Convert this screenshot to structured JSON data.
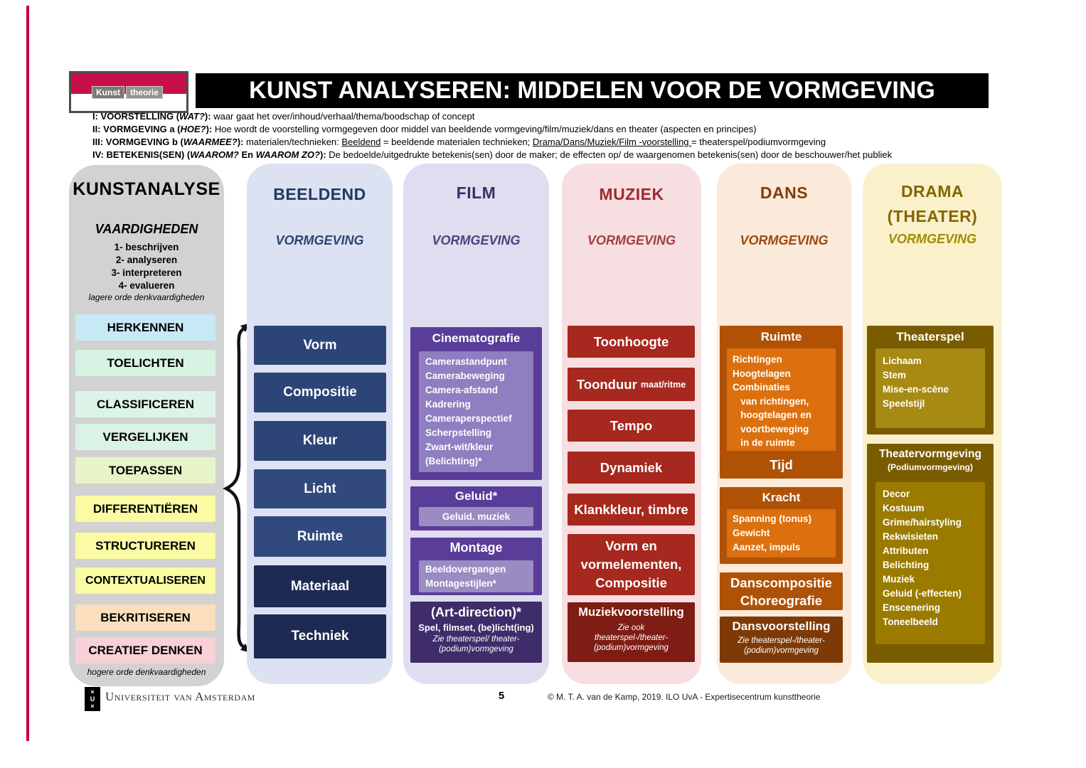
{
  "page": {
    "title": "KUNST ANALYSEREN: MIDDELEN VOOR DE VORMGEVING"
  },
  "logo": {
    "line1": "Kunst",
    "line2": "theorie"
  },
  "intro": {
    "l1_b1": "I: VOORSTELLING (",
    "l1_i": "WAT?",
    "l1_b2": "): ",
    "l1_r": "waar gaat het over/inhoud/verhaal/thema/boodschap of concept",
    "l2_b1": "II: VORMGEVING a (",
    "l2_i": "HOE?",
    "l2_b2": "): ",
    "l2_r": "Hoe wordt de voorstelling vormgegeven door middel van beeldende vormgeving/film/muziek/dans en theater (aspecten en principes)",
    "l3_b1": "III: VORMGEVING b (",
    "l3_i": "WAARMEE?",
    "l3_b2": "): ",
    "l3_r1": "materialen/technieken: ",
    "l3_u1": "Beeldend",
    "l3_r2": " = beeldende materialen technieken; ",
    "l3_u2": "Drama/Dans/Muziek/Film -voorstelling ",
    "l3_r3": "= theaterspel/podiumvormgeving",
    "l4_b1": "IV: BETEKENIS(SEN) (",
    "l4_i1": "WAAROM?",
    "l4_b2": " En ",
    "l4_i2": "WAAROM ZO?",
    "l4_b3": "): ",
    "l4_r": "De bedoelde/uitgedrukte betekenis(sen) door de maker; de effecten op/ de waargenomen betekenis(sen) door de beschouwer/het publiek"
  },
  "kunstanalyse": {
    "title": "KUNSTANALYSE",
    "subtitle": "VAARDIGHEDEN",
    "skills": [
      "1- beschrijven",
      "2- analyseren",
      "3- interpreteren",
      "4- evalueren"
    ],
    "note_low": "lagere orde denkvaardigheden",
    "note_high": "hogere orde denkvaardigheden",
    "boxes": [
      {
        "label": "HERKENNEN",
        "color": "#C7E9F5"
      },
      {
        "label": "TOELICHTEN",
        "color": "#D6F3E4"
      },
      {
        "label": "CLASSIFICEREN",
        "color": "#DCF4E7"
      },
      {
        "label": "VERGELIJKEN",
        "color": "#D9F3E5"
      },
      {
        "label": "TOEPASSEN",
        "color": "#E6F4C8"
      },
      {
        "label": "DIFFERENTIËREN",
        "color": "#FAFBA3"
      },
      {
        "label": "STRUCTUREREN",
        "color": "#FAFBA3"
      },
      {
        "label": "CONTEXTUALISEREN",
        "color": "#FAFBA3"
      },
      {
        "label": "BEKRITISEREN",
        "color": "#FBDFBD"
      },
      {
        "label": "CREATIEF DENKEN",
        "color": "#F9D0D6"
      }
    ]
  },
  "beeldend": {
    "title": "BEELDEND",
    "subtitle": "VORMGEVING",
    "boxes": [
      {
        "label": "Vorm",
        "color": "#2D4476"
      },
      {
        "label": "Compositie",
        "color": "#2D4476"
      },
      {
        "label": "Kleur",
        "color": "#2D4476"
      },
      {
        "label": "Licht",
        "color": "#31497C"
      },
      {
        "label": "Ruimte",
        "color": "#31497C"
      },
      {
        "label": "Materiaal",
        "color": "#1E2A52"
      },
      {
        "label": "Techniek",
        "color": "#1E2A52"
      }
    ]
  },
  "film": {
    "title": "FILM",
    "subtitle": "VORMGEVING",
    "cinematografie": {
      "header": "Cinematografie",
      "items": "Camerastandpunt\nCamerabeweging\nCamera-afstand\nKadrering\nCameraperspectief\nScherpstelling\nZwart-wit/kleur\n(Belichting)*"
    },
    "geluid": {
      "header": "Geluid*",
      "items": "Geluid. muziek"
    },
    "montage": {
      "header": "Montage",
      "items": "Beeldovergangen\nMontagestijlen*"
    },
    "artdirection": {
      "header": "(Art-direction)*",
      "sub": "Spel, filmset, (be)licht(ing)",
      "note": "Zie theaterspel/ theater-\n(podium)vormgeving"
    }
  },
  "muziek": {
    "title": "MUZIEK",
    "subtitle": "VORMGEVING",
    "toonhoogte": "Toonhoogte",
    "toonduur_main": "Toonduur",
    "toonduur_sub": "maat/ritme",
    "tempo": "Tempo",
    "dynamiek": "Dynamiek",
    "klankkleur": "Klankkleur, timbre",
    "vorm_box": "Vorm en\nvormelementen,\nCompositie",
    "voorstelling": {
      "header": "Muziekvoorstelling",
      "note": "Zie ook\ntheaterspel-/theater-\n(podium)vormgeving"
    }
  },
  "dans": {
    "title": "DANS",
    "subtitle": "VORMGEVING",
    "ruimte": {
      "header": "Ruimte",
      "items": "Richtingen\nHoogtelagen\nCombinaties\n   van richtingen,\n   hoogtelagen en\n   voortbeweging\n   in de ruimte"
    },
    "tijd": "Tijd",
    "kracht": {
      "header": "Kracht",
      "items": "Spanning (tonus)\nGewicht\nAanzet, impuls"
    },
    "compositie": "Danscompositie\nChoreografie",
    "voorstelling": {
      "header": "Dansvoorstelling",
      "note": "Zie theaterspel-/theater-\n(podium)vormgeving"
    }
  },
  "drama": {
    "title1": "DRAMA",
    "title2": "(THEATER)",
    "subtitle": "VORMGEVING",
    "theaterspel": {
      "header": "Theaterspel",
      "items": "Lichaam\nStem\nMise-en-scène\nSpeelstijl"
    },
    "theatervormgeving": {
      "header": "Theatervormgeving",
      "sub": "(Podiumvormgeving)",
      "items": "Decor\nKostuum\nGrime/hairstyling\nRekwisieten\nAttributen\nBelichting\nMuziek\nGeluid (-effecten)\nEnscenering\nToneelbeeld"
    }
  },
  "footer": {
    "org": "Universiteit van Amsterdam",
    "uva_mark": "×\nU\n×",
    "page_number": "5",
    "copyright": "©  M. T. A. van de Kamp, 2019. ILO UvA - Expertisecentrum kunsttheorie"
  },
  "colors": {
    "logo_red": "#C81048",
    "edge_line_red": "#C30045",
    "header_bar": "#000000",
    "kunstanalyse_bg": "#D2D2D2",
    "beeldend_bg": "#DCE2F2",
    "film_bg": "#E0DDF0",
    "film_purple": "#5A3D99",
    "film_purple_light": "#8F7EC0",
    "film_purple_dark": "#3F2C6B",
    "muziek_bg": "#F6DEE1",
    "muziek_red": "#A6281E",
    "muziek_red_dark": "#7E1D14",
    "dans_bg": "#FBE9DA",
    "dans_orange": "#B05206",
    "dans_orange_light": "#DC700E",
    "dans_orange_dark": "#7E3A06",
    "drama_bg": "#FAF1CB",
    "drama_gold": "#7A5C00",
    "drama_gold_light": "#A68A14",
    "drama_gold_mid": "#9A7B00"
  }
}
